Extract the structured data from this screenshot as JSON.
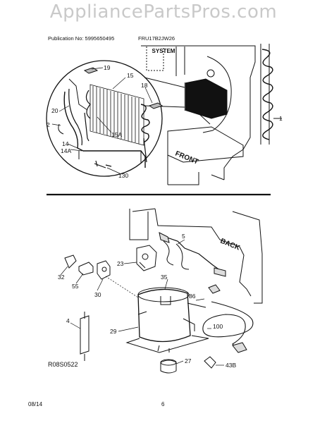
{
  "watermark": "AppliancePartsPros.com",
  "header": {
    "publication": "Publication No: 5995650495",
    "model": "FRU17B2JW26"
  },
  "title": "SYSTEM",
  "diagram_code": "R08S0522",
  "footer": {
    "date": "08/14",
    "page": "6"
  },
  "callouts": {
    "c19": "19",
    "c15": "15",
    "c18": "18",
    "c20": "20",
    "c2": "2",
    "c15a": "15A",
    "c14": "14",
    "c14a": "14A",
    "c130": "130",
    "c1": "1",
    "c5": "5",
    "c23": "23",
    "c32": "32",
    "c55": "55",
    "c30": "30",
    "c35": "35",
    "c86": "86",
    "c4": "4",
    "c29": "29",
    "c100": "100",
    "c27": "27",
    "c43b": "43B"
  },
  "labels": {
    "front": "FRONT",
    "back": "BACK"
  }
}
